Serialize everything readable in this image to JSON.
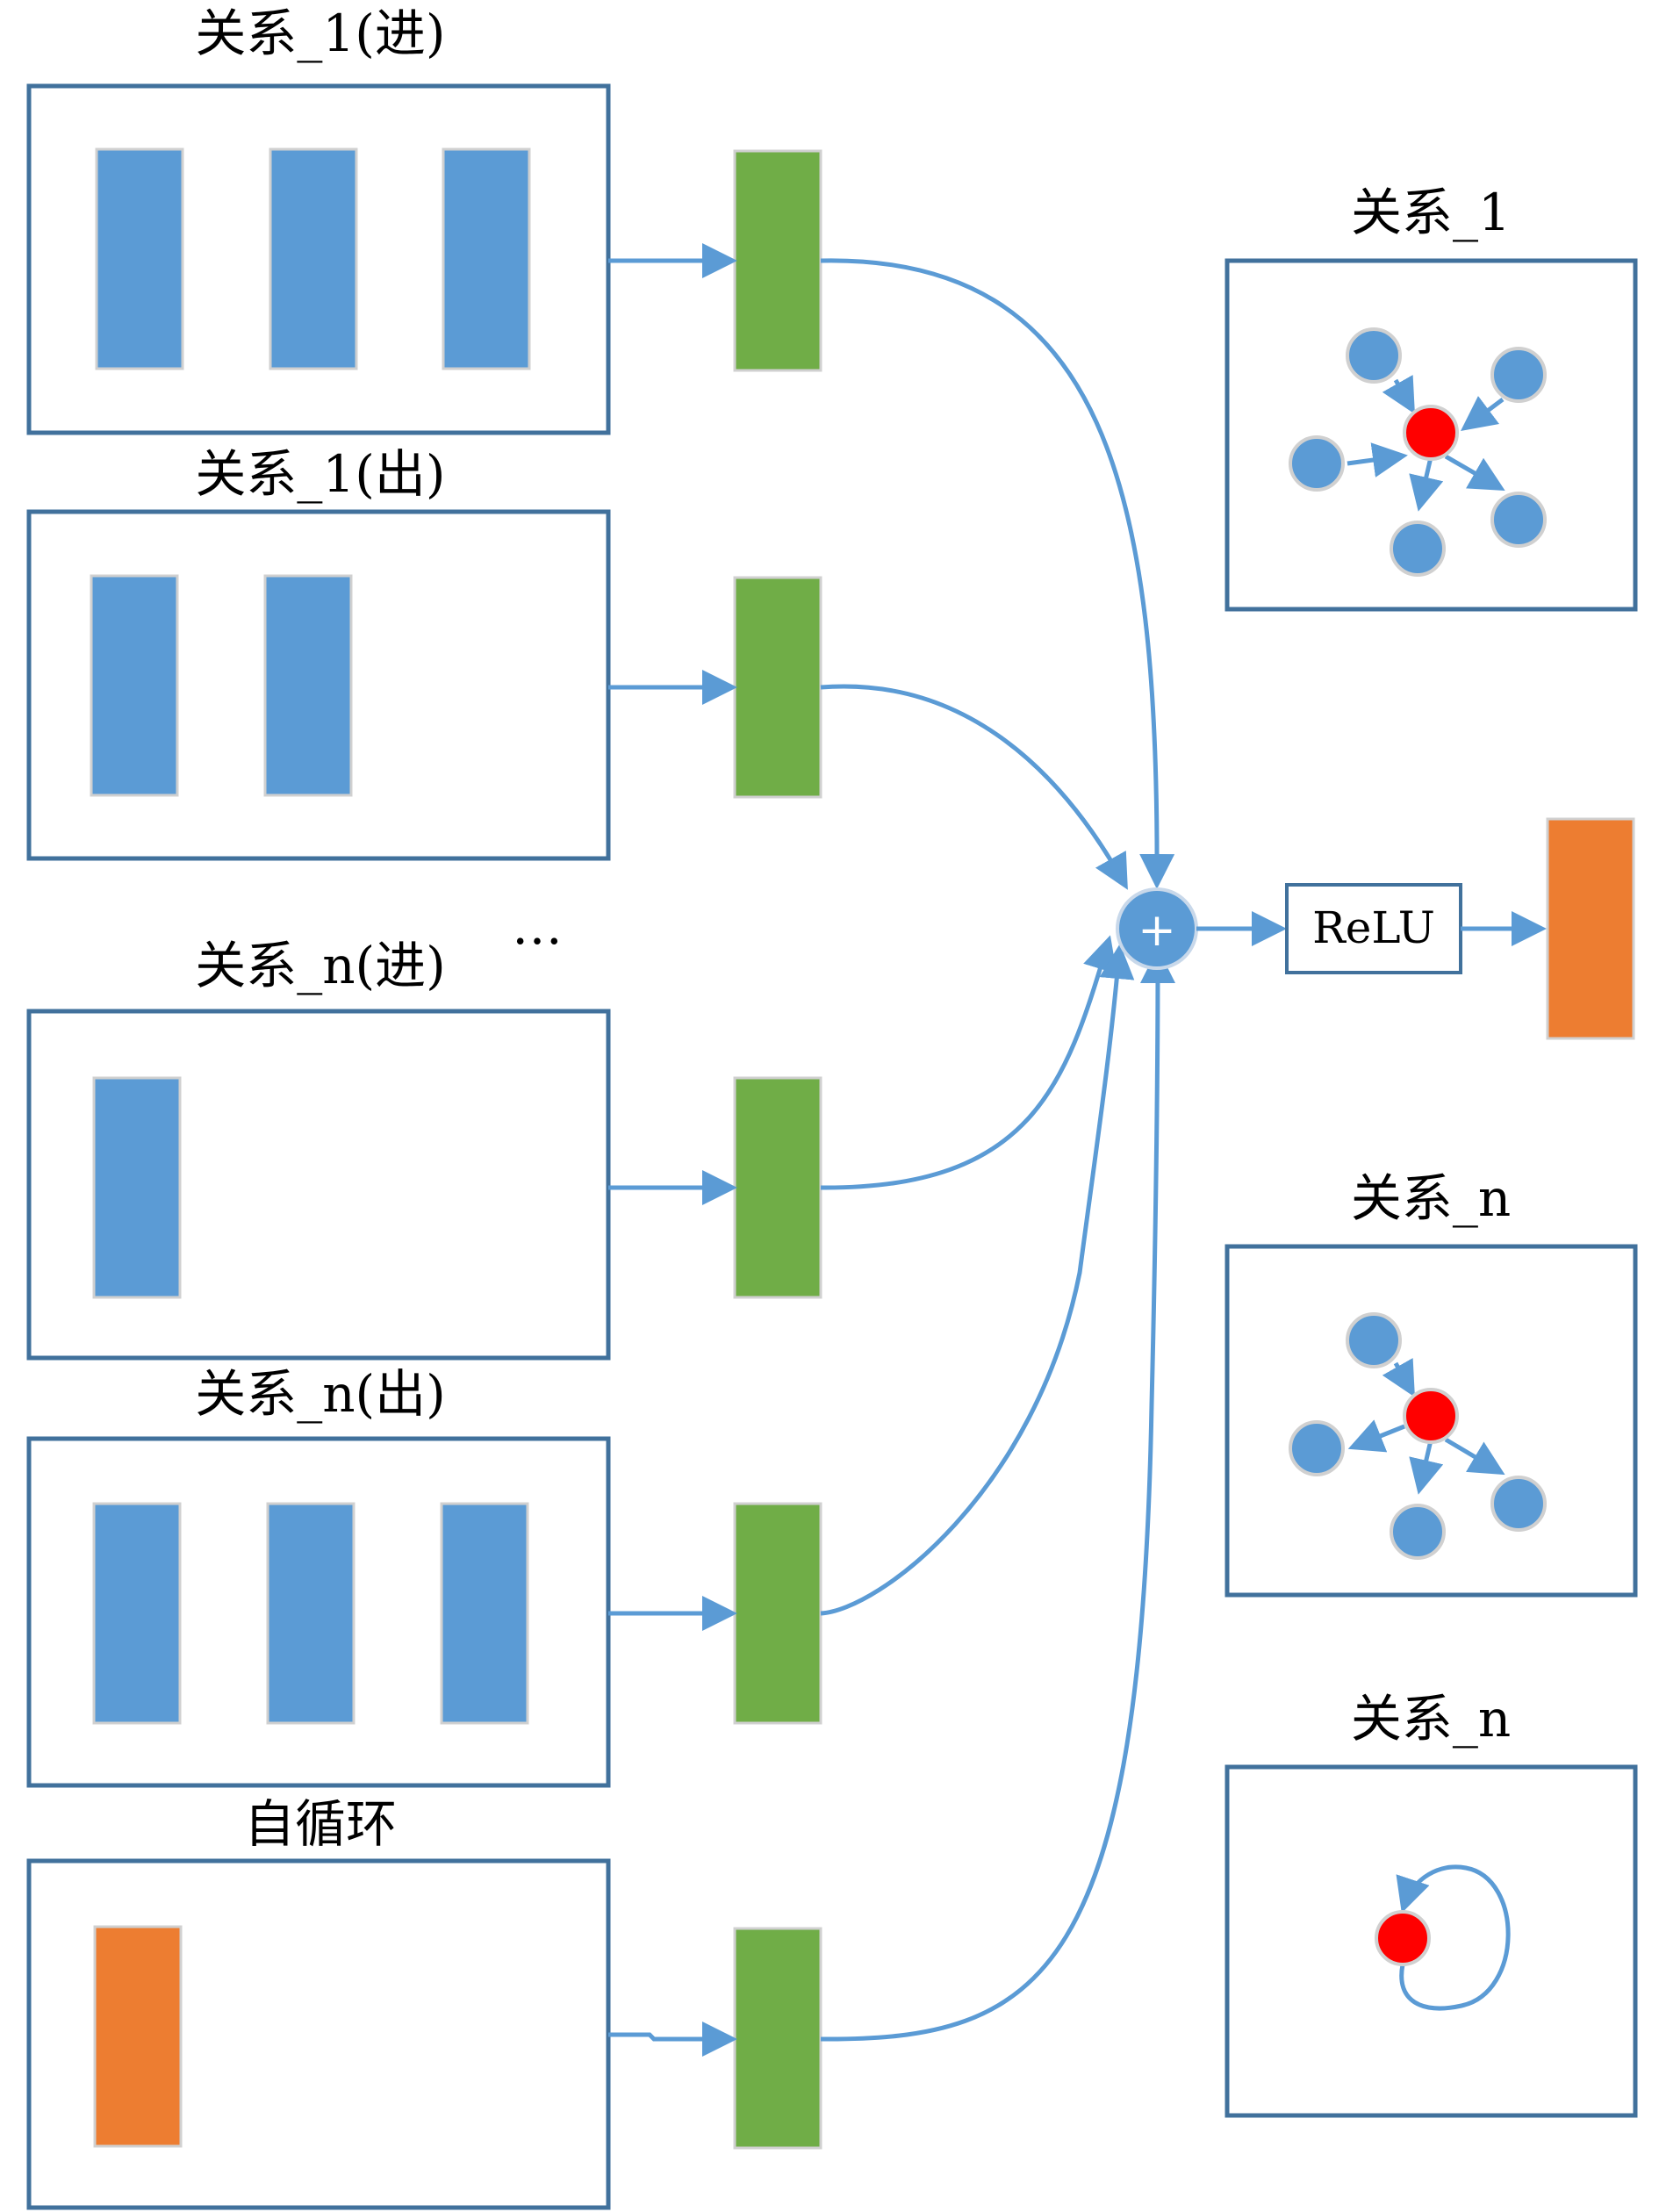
{
  "colors": {
    "feature_blue": "#5b9bd5",
    "feature_orange": "#ed7d31",
    "transform_green": "#70ad47",
    "border_blue": "#41719c",
    "center_node_red": "#ff0000"
  },
  "left_panels": [
    {
      "label": "关系_1(进)",
      "feature_count": 3,
      "feature_color": "blue"
    },
    {
      "label": "关系_1(出)",
      "feature_count": 2,
      "feature_color": "blue"
    },
    {
      "label": "关系_n(进)",
      "feature_count": 1,
      "feature_color": "blue"
    },
    {
      "label": "关系_n(出)",
      "feature_count": 3,
      "feature_color": "blue"
    },
    {
      "label": "自循环",
      "feature_count": 1,
      "feature_color": "orange"
    }
  ],
  "ellipsis": "…",
  "sum_symbol": "+",
  "relu_label": "ReLU",
  "right_panels": [
    {
      "label": "关系_1",
      "graph": "in-and-out-star"
    },
    {
      "label": "关系_n",
      "graph": "mixed-star"
    },
    {
      "label": "关系_n",
      "graph": "self-loop"
    }
  ]
}
